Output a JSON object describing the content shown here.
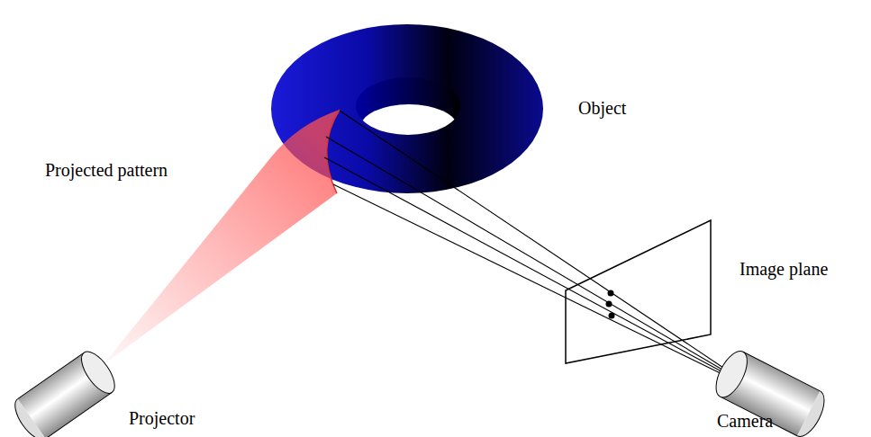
{
  "diagram": {
    "labels": [
      "Object",
      "Projected pattern",
      "Image plane",
      "Projector",
      "Camera"
    ]
  }
}
